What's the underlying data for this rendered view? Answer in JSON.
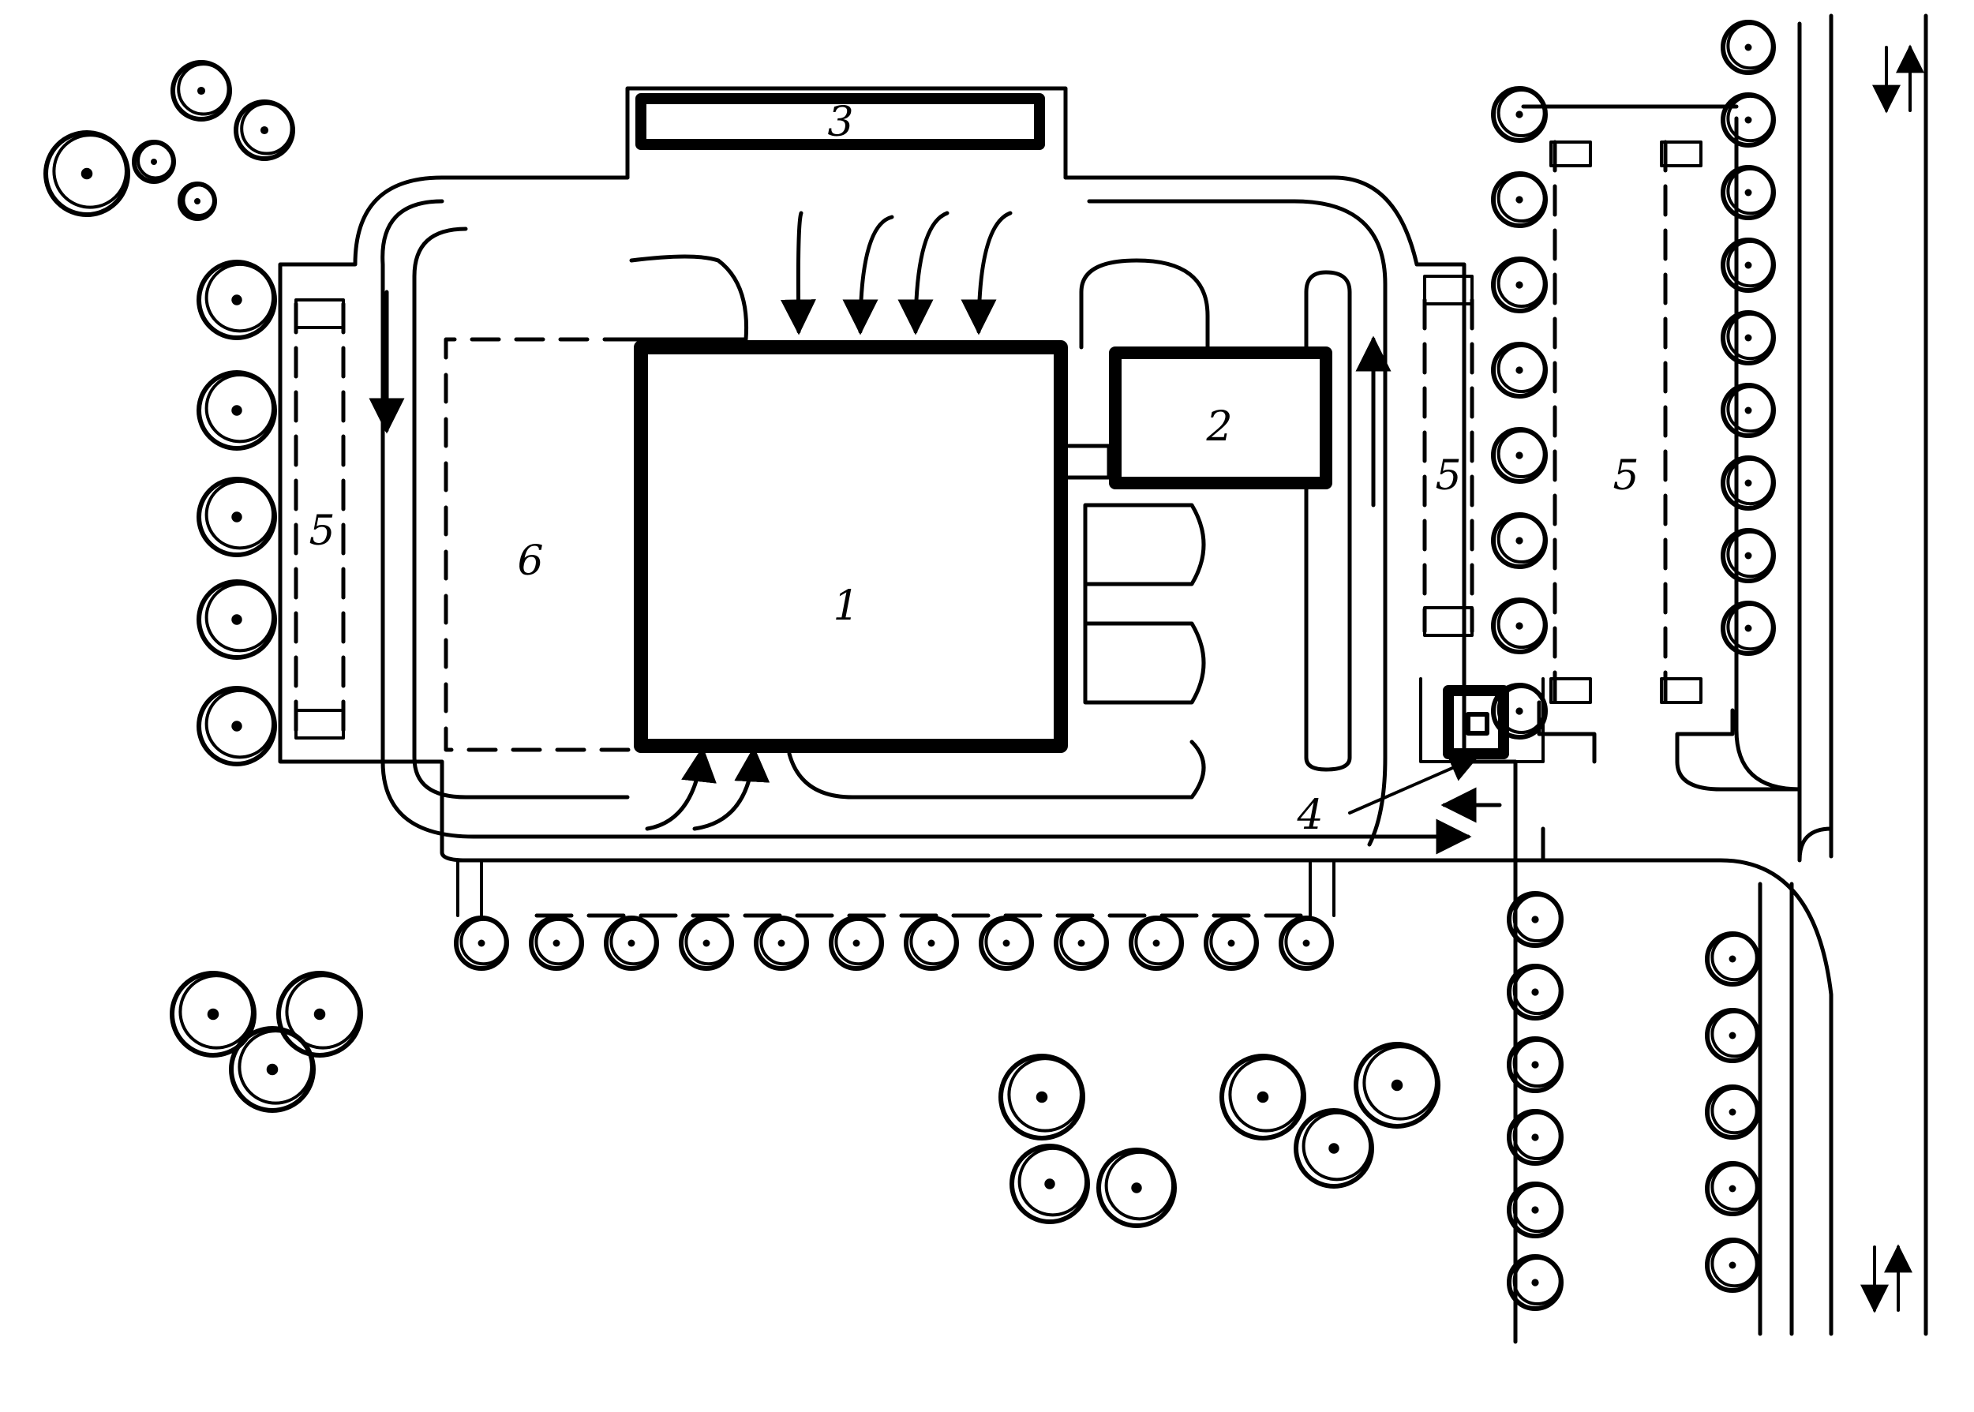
{
  "labels": {
    "building_main": "1",
    "building_annex": "2",
    "building_top": "3",
    "booth": "4",
    "parking_left": "5",
    "parking_right_inner": "5",
    "parking_right_outer": "5",
    "yard": "6"
  },
  "colors": {
    "ink": "#000000",
    "paper": "#ffffff"
  }
}
